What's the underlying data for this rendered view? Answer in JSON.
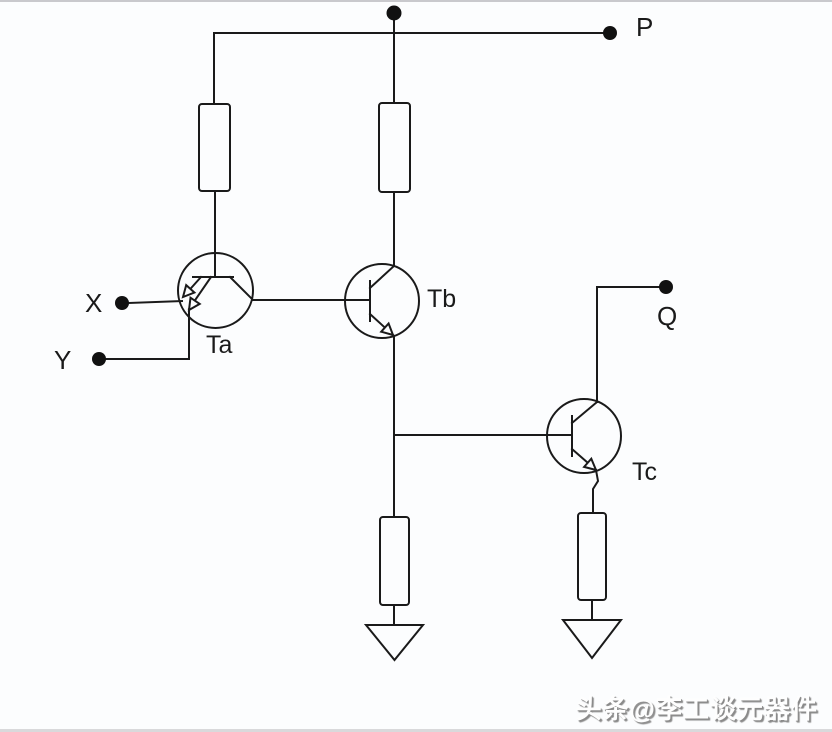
{
  "diagram": {
    "kind": "transistor-logic-gate-schematic",
    "colors": {
      "line": "#1a1a1a",
      "dot": "#111111",
      "background": "#fcfdfe"
    },
    "terminals": {
      "p": "P",
      "q": "Q"
    },
    "inputs": {
      "x": "X",
      "y": "Y"
    },
    "transistors": {
      "ta": "Ta",
      "tb": "Tb",
      "tc": "Tc"
    },
    "watermark": "头条@李工谈元器件"
  }
}
